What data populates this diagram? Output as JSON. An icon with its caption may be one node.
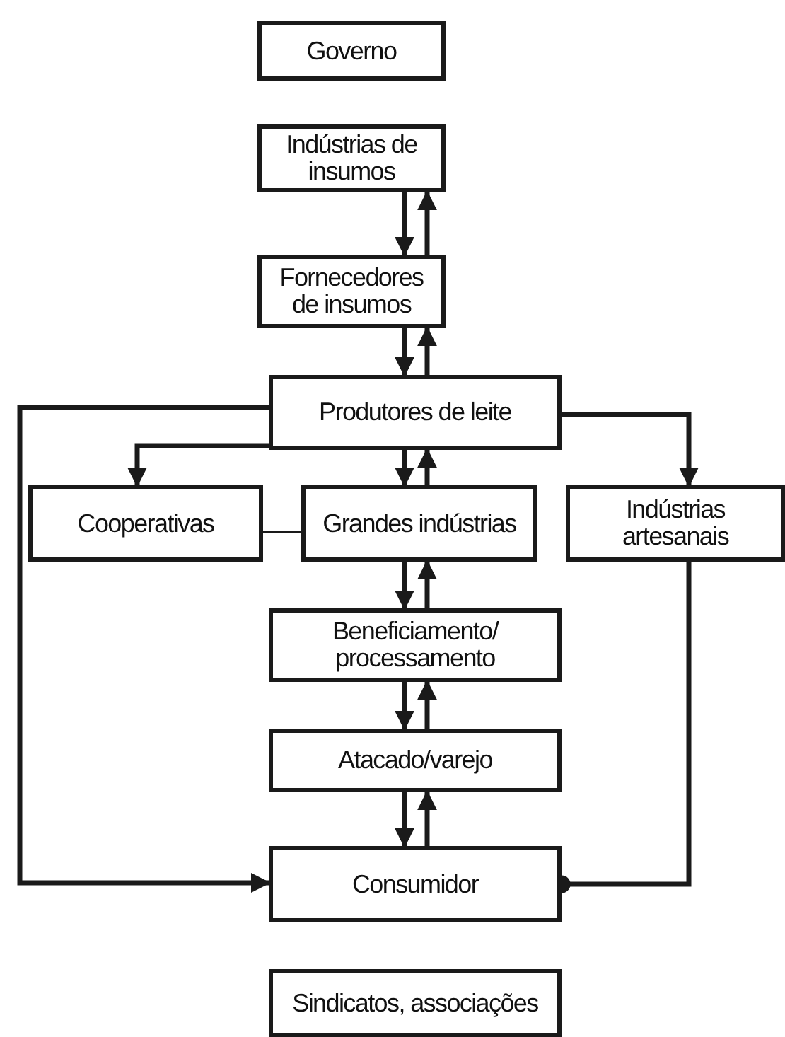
{
  "diagram": {
    "nodes": [
      {
        "text": [
          "Governo"
        ]
      },
      {
        "text": [
          "Indústrias de insumos"
        ]
      },
      {
        "text": [
          "Fornecedores de insumos"
        ]
      },
      {
        "text": [
          "Produtores de leite"
        ]
      },
      {
        "text": [
          "Cooperativas"
        ]
      },
      {
        "text": [
          "Grandes indústrias"
        ]
      },
      {
        "text": [
          "Indústrias artesanais"
        ]
      },
      {
        "text": [
          "Beneficiamento/ processamento"
        ]
      },
      {
        "text": [
          "Atacado/varejo"
        ]
      },
      {
        "text": [
          "Consumidor"
        ]
      },
      {
        "text": [
          "Sindicatos, associações"
        ]
      }
    ],
    "edges": [
      {
        "from": 1,
        "to": 2,
        "arrow": "to"
      },
      {
        "from": 2,
        "to": 1,
        "arrow": "to"
      },
      {
        "from": 2,
        "to": 3,
        "arrow": "to"
      },
      {
        "from": 3,
        "to": 2,
        "arrow": "to"
      },
      {
        "from": 3,
        "to": 5,
        "arrow": "to"
      },
      {
        "from": 5,
        "to": 3,
        "arrow": "to"
      },
      {
        "from": 5,
        "to": 7,
        "arrow": "to"
      },
      {
        "from": 7,
        "to": 5,
        "arrow": "to"
      },
      {
        "from": 7,
        "to": 8,
        "arrow": "to"
      },
      {
        "from": 8,
        "to": 7,
        "arrow": "to"
      },
      {
        "from": 8,
        "to": 9,
        "arrow": "to"
      },
      {
        "from": 9,
        "to": 8,
        "arrow": "to"
      },
      {
        "from": 3,
        "to": 4,
        "arrow": "to"
      },
      {
        "from": 3,
        "to": 6,
        "arrow": "to"
      },
      {
        "from": 3,
        "to": 9,
        "arrow": "to"
      },
      {
        "from": 6,
        "to": 9,
        "arrow": "other"
      },
      {
        "from": 4,
        "to": 5,
        "arrow": "none"
      }
    ]
  }
}
